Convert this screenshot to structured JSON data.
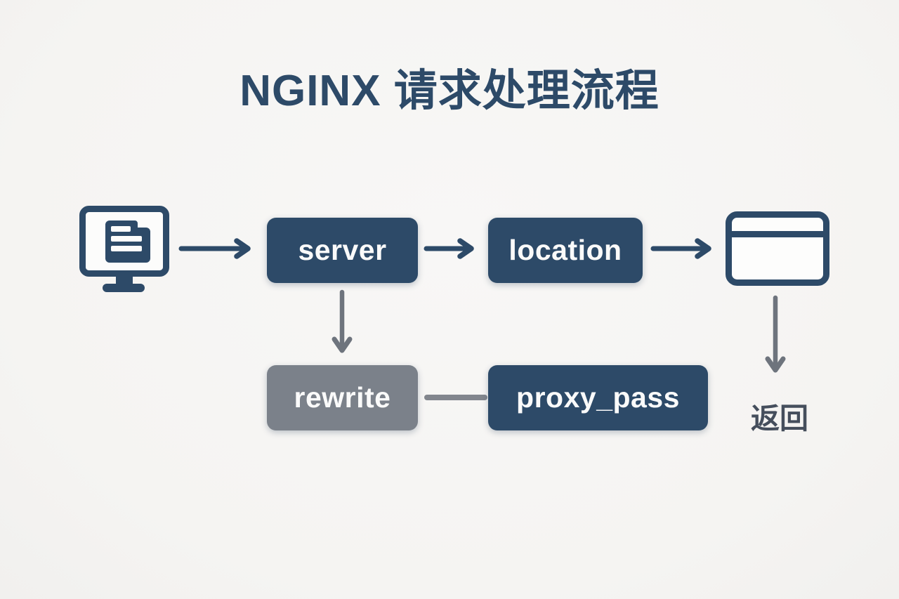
{
  "title": "NGINX 请求处理流程",
  "flow": {
    "client_icon": "computer-monitor",
    "response_icon": "browser-window",
    "nodes": [
      {
        "id": "server",
        "label": "server",
        "style": "navy"
      },
      {
        "id": "location",
        "label": "location",
        "style": "navy"
      },
      {
        "id": "rewrite",
        "label": "rewrite",
        "style": "gray"
      },
      {
        "id": "proxy_pass",
        "label": "proxy_pass",
        "style": "navy"
      }
    ],
    "return_label": "返回"
  },
  "colors": {
    "background": "#f5f4f2",
    "navy": "#2d4a68",
    "gray_node": "#7b818a",
    "gray_arrow": "#6e747d",
    "connector_gray": "#82868d",
    "return_text": "#454e5c",
    "node_text": "#fafafa"
  }
}
